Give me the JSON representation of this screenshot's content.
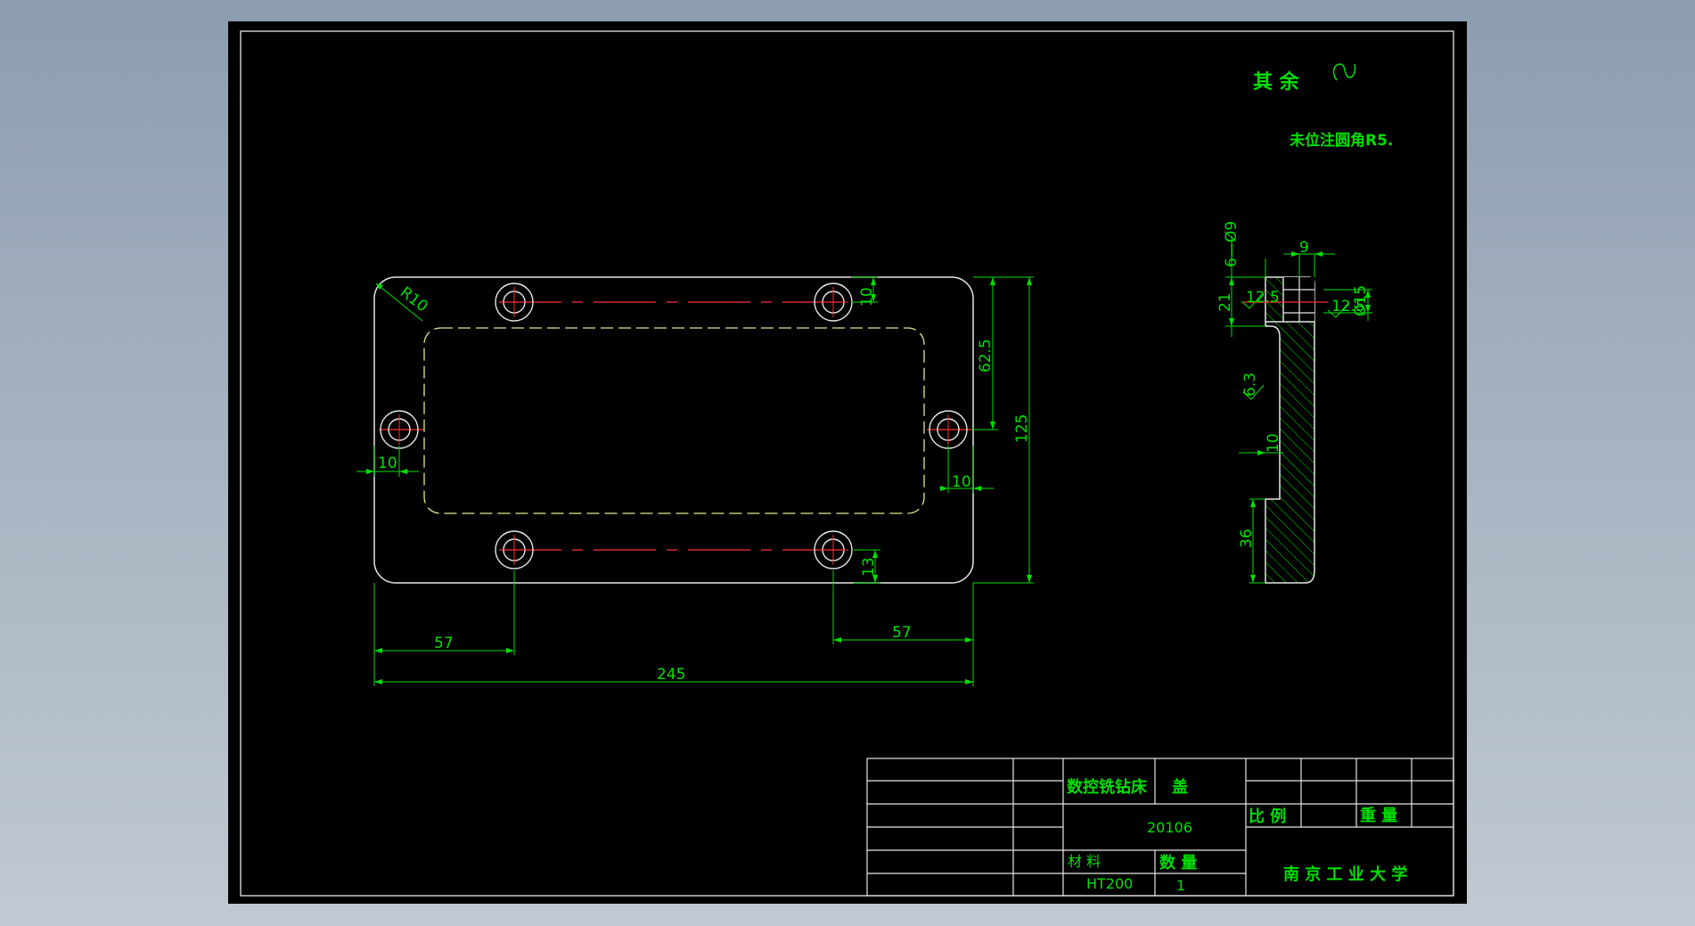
{
  "notes": {
    "roughness_prefix": "其 余",
    "fillet_note": "未位注圆角R5."
  },
  "dimensions": {
    "r10": "R10",
    "d10_top": "10",
    "d62_5": "62.5",
    "d125": "125",
    "d10_left": "10",
    "d10_right": "10",
    "d13": "13",
    "d57_left": "57",
    "d57_right": "57",
    "d245": "245",
    "side_holes": "6—Ø9",
    "side_9": "9",
    "side_21": "21",
    "side_d15": "Ø15",
    "side_10": "10",
    "side_36": "36",
    "rough_12_5_a": "12.5",
    "rough_12_5_b": "12.5",
    "rough_6_3": "6.3"
  },
  "title_block": {
    "machine": "数控铣钻床",
    "part": "盖",
    "drawing_no": "20106",
    "scale_label": "比 例",
    "weight_label": "重 量",
    "material_label": "材  料",
    "quantity_label": "数  量",
    "material": "HT200",
    "quantity": "1",
    "school": "南 京 工 业 大 学"
  },
  "colors": {
    "line": "#e6e6e6",
    "dimension": "#00e000",
    "center": "#ff3030",
    "hidden": "#e6e68c",
    "paper": "#000000"
  }
}
